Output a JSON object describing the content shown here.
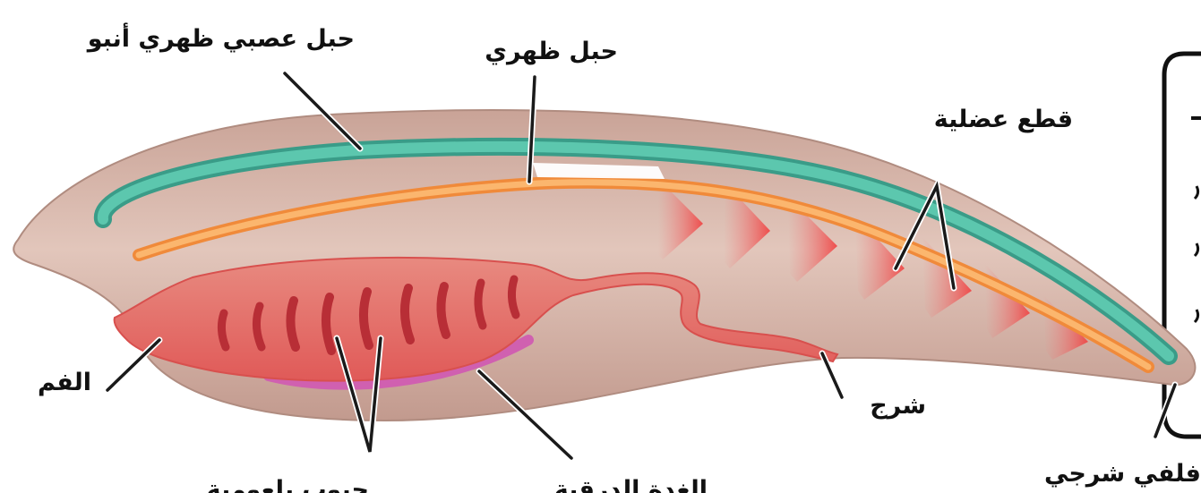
{
  "labels": {
    "dorsal_hollow_nerve_cord": "حبل عصبي ظهري أنبو",
    "notochord": "حبل ظهري",
    "muscle_segments": "قطع عضلية",
    "mouth": "الفم",
    "anus": "شرج",
    "post_anal_tail": "فلفي شرجي",
    "pharyngeal_slits": "جيوب بلعومية",
    "thyroid_gland": "الغدة الدرقية"
  },
  "colors": {
    "body": "#d8b4a8",
    "body_edge": "#b89488",
    "nerve_cord": "#4fb8a0",
    "notochord": "#f5a05a",
    "gut": "#e8706a",
    "gill_slit": "#c0343a",
    "thyroid": "#d060b0",
    "muscle": "#f06060"
  }
}
